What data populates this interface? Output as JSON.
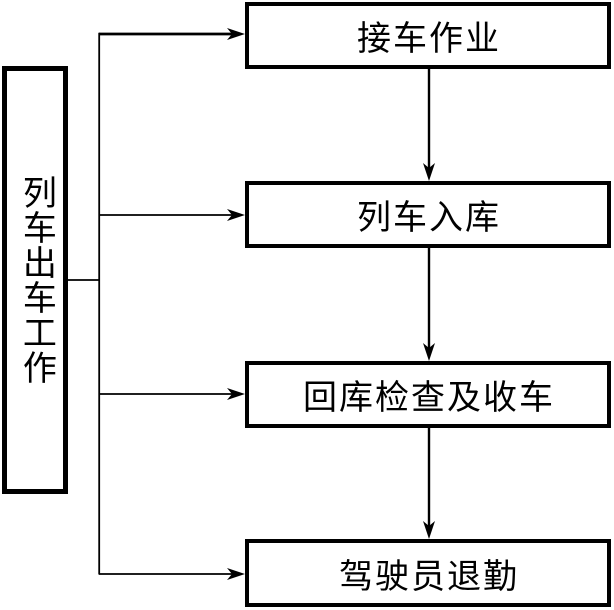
{
  "diagram": {
    "background_color": "#ffffff",
    "line_color": "#000000",
    "source_node": {
      "label": "列车出车工作"
    },
    "steps": [
      {
        "label": "接车作业"
      },
      {
        "label": "列车入库"
      },
      {
        "label": "回库检查及收车"
      },
      {
        "label": "驾驶员退勤"
      }
    ],
    "flow": [
      "列车出车工作 → 接车作业",
      "列车出车工作 → 列车入库",
      "列车出车工作 → 回库检查及收车",
      "列车出车工作 → 驾驶员退勤",
      "接车作业 → 列车入库",
      "列车入库 → 回库检查及收车",
      "回库检查及收车 → 驾驶员退勤"
    ]
  }
}
